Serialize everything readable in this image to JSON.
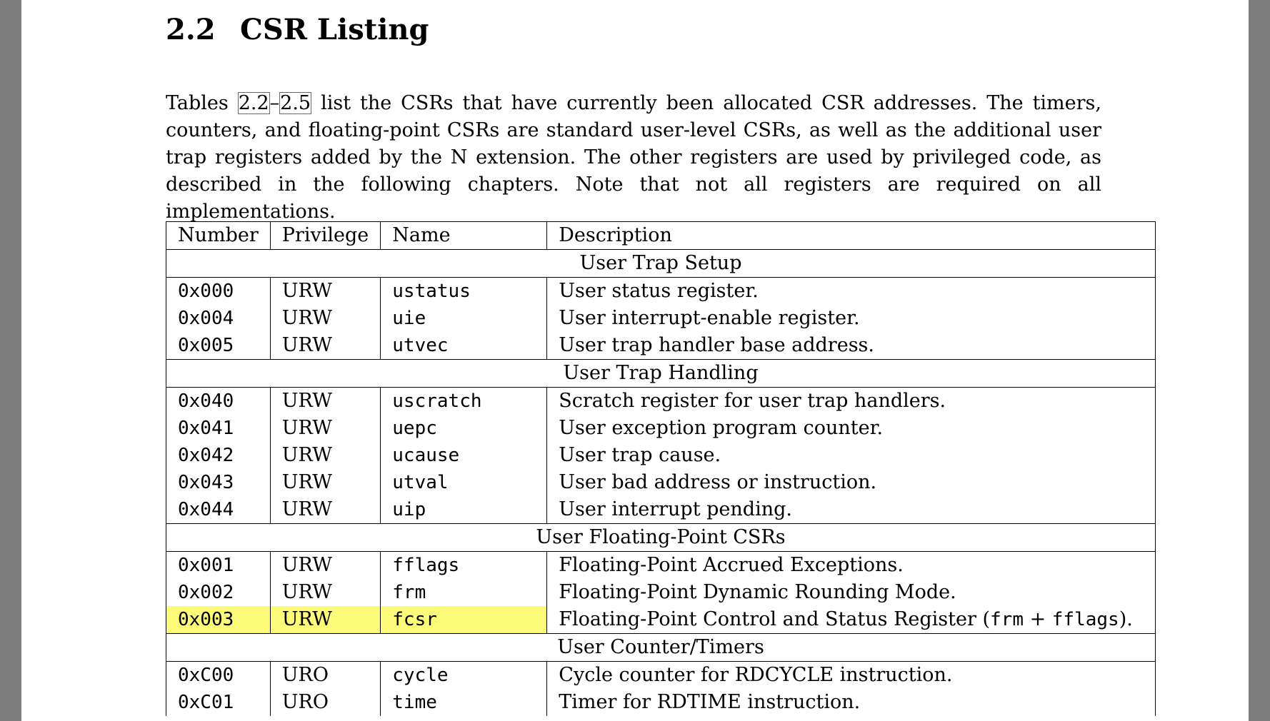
{
  "section": {
    "number": "2.2",
    "title": "CSR Listing"
  },
  "paragraph": {
    "p1": "Tables ",
    "ref1": "2.2",
    "dash": "–",
    "ref2": "2.5",
    "p2": " list the CSRs that have currently been allocated CSR addresses. The timers, counters, and floating-point CSRs are standard user-level CSRs, as well as the additional user trap registers added by the N extension. The other registers are used by privileged code, as described in the following chapters. Note that not all registers are required on all implementations."
  },
  "table": {
    "headers": [
      "Number",
      "Privilege",
      "Name",
      "Description"
    ],
    "sections": [
      {
        "title": "User Trap Setup",
        "rows": [
          {
            "number": "0x000",
            "privilege": "URW",
            "name": "ustatus",
            "description": "User status register."
          },
          {
            "number": "0x004",
            "privilege": "URW",
            "name": "uie",
            "description": "User interrupt-enable register."
          },
          {
            "number": "0x005",
            "privilege": "URW",
            "name": "utvec",
            "description": "User trap handler base address."
          }
        ]
      },
      {
        "title": "User Trap Handling",
        "rows": [
          {
            "number": "0x040",
            "privilege": "URW",
            "name": "uscratch",
            "description": "Scratch register for user trap handlers."
          },
          {
            "number": "0x041",
            "privilege": "URW",
            "name": "uepc",
            "description": "User exception program counter."
          },
          {
            "number": "0x042",
            "privilege": "URW",
            "name": "ucause",
            "description": "User trap cause."
          },
          {
            "number": "0x043",
            "privilege": "URW",
            "name": "utval",
            "description": "User bad address or instruction."
          },
          {
            "number": "0x044",
            "privilege": "URW",
            "name": "uip",
            "description": "User interrupt pending."
          }
        ]
      },
      {
        "title": "User Floating-Point CSRs",
        "rows": [
          {
            "number": "0x001",
            "privilege": "URW",
            "name": "fflags",
            "description": "Floating-Point Accrued Exceptions."
          },
          {
            "number": "0x002",
            "privilege": "URW",
            "name": "frm",
            "description": "Floating-Point Dynamic Rounding Mode."
          },
          {
            "number": "0x003",
            "privilege": "URW",
            "name": "fcsr",
            "description": "Floating-Point Control and Status Register (frm + fflags).",
            "highlighted": true
          }
        ]
      },
      {
        "title": "User Counter/Timers",
        "rows": [
          {
            "number": "0xC00",
            "privilege": "URO",
            "name": "cycle",
            "description": "Cycle counter for RDCYCLE instruction."
          },
          {
            "number": "0xC01",
            "privilege": "URO",
            "name": "time",
            "description": "Timer for RDTIME instruction."
          }
        ]
      }
    ]
  },
  "colors": {
    "highlight": "#fdfb7a",
    "link_box": "#ff2a2a"
  }
}
